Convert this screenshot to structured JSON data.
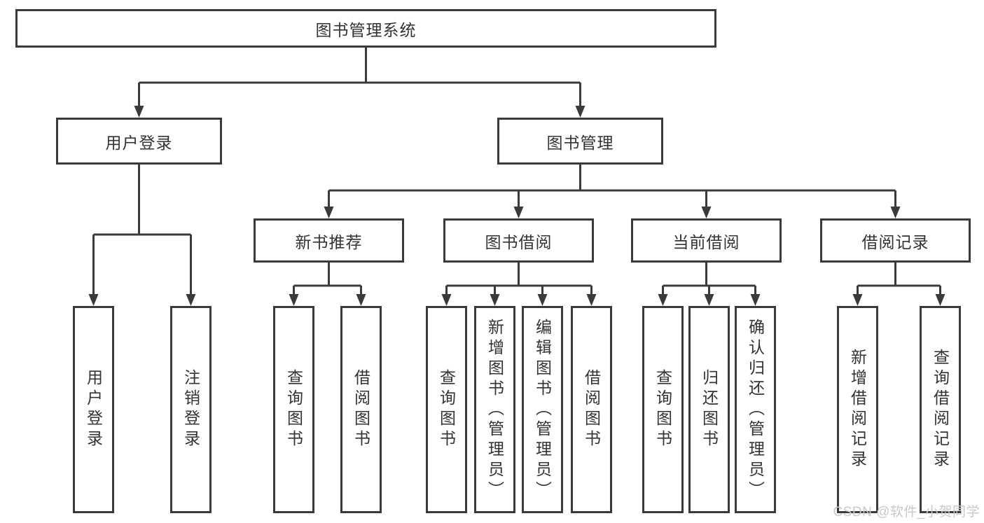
{
  "tree": {
    "root": {
      "label": "图书管理系统"
    },
    "branches": [
      {
        "label": "用户登录",
        "leaves": [
          {
            "label": "用户登录"
          },
          {
            "label": "注销登录"
          }
        ]
      },
      {
        "label": "图书管理",
        "sections": [
          {
            "label": "新书推荐",
            "leaves": [
              {
                "label": "查询图书"
              },
              {
                "label": "借阅图书"
              }
            ]
          },
          {
            "label": "图书借阅",
            "leaves": [
              {
                "label": "查询图书"
              },
              {
                "label": "新增图书（管理员）"
              },
              {
                "label": "编辑图书（管理员）"
              },
              {
                "label": "借阅图书"
              }
            ]
          },
          {
            "label": "当前借阅",
            "leaves": [
              {
                "label": "查询图书"
              },
              {
                "label": "归还图书"
              },
              {
                "label": "确认归还（管理员）"
              }
            ]
          },
          {
            "label": "借阅记录",
            "leaves": [
              {
                "label": "新增借阅记录"
              },
              {
                "label": "查询借阅记录"
              }
            ]
          }
        ]
      }
    ]
  },
  "watermark": {
    "text": "CSDN @软件_小贺同学"
  },
  "colors": {
    "line": "#3a3a3a",
    "text": "#333333",
    "background": "#ffffff",
    "watermark": "#c9c9c9"
  }
}
